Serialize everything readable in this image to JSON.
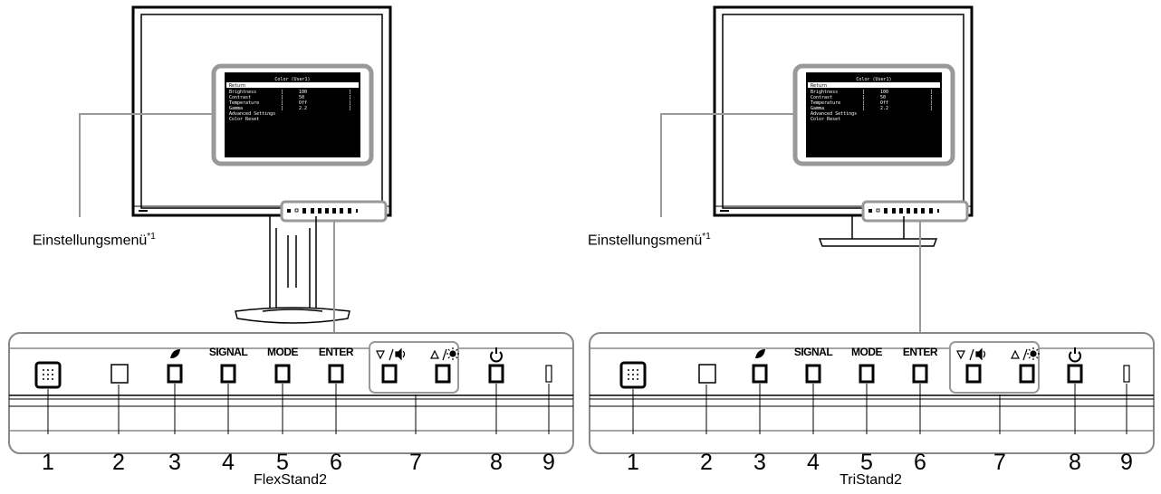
{
  "panels": [
    {
      "id": "left",
      "menu_label": "Einstellungsmenü",
      "menu_footnote": "*1",
      "caption": "FlexStand2",
      "stand": "flexstand"
    },
    {
      "id": "right",
      "menu_label": "Einstellungsmenü",
      "menu_footnote": "*1",
      "caption": "TriStand2",
      "stand": "tristand"
    }
  ],
  "osd": {
    "title": "Color (User1)",
    "items": [
      {
        "label": "Return",
        "value": "",
        "selected": true
      },
      {
        "label": "Brightness",
        "value": "100"
      },
      {
        "label": "Contrast",
        "value": "50"
      },
      {
        "label": "Temperature",
        "value": "Off"
      },
      {
        "label": "Gamma",
        "value": "2.2"
      },
      {
        "label": "Advanced Settings",
        "value": ""
      },
      {
        "label": "Color Reset",
        "value": ""
      }
    ]
  },
  "buttons": [
    {
      "number": "1",
      "label": "",
      "icon": "sensor-icon"
    },
    {
      "number": "2",
      "label": "",
      "icon": "blank-button-icon"
    },
    {
      "number": "3",
      "label": "",
      "icon": "eco-leaf-icon"
    },
    {
      "number": "4",
      "label": "SIGNAL",
      "icon": ""
    },
    {
      "number": "5",
      "label": "MODE",
      "icon": ""
    },
    {
      "number": "6",
      "label": "ENTER",
      "icon": ""
    },
    {
      "number": "7",
      "label": "▽/🔈 △/☼",
      "icon": "down-volume-up-brightness-icons"
    },
    {
      "number": "8",
      "label": "",
      "icon": "power-icon"
    },
    {
      "number": "9",
      "label": "",
      "icon": "power-led-icon"
    }
  ]
}
